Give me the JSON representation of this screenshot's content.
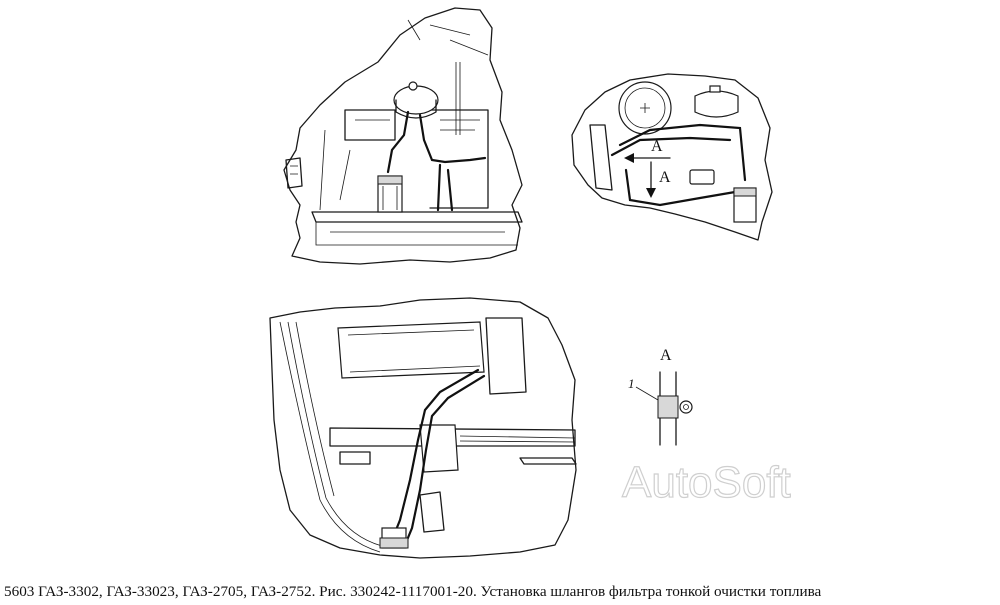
{
  "labels": {
    "view_a_arrow_horizontal": "A",
    "view_a_arrow_vertical": "A",
    "view_a_title": "A",
    "callout_1": "1"
  },
  "watermark": "AutoSoft",
  "caption": "5603 ГАЗ-3302, ГАЗ-33023, ГАЗ-2705, ГАЗ-2752. Рис. 330242-1117001-20. Установка шлангов фильтра тонкой очистки топлива"
}
